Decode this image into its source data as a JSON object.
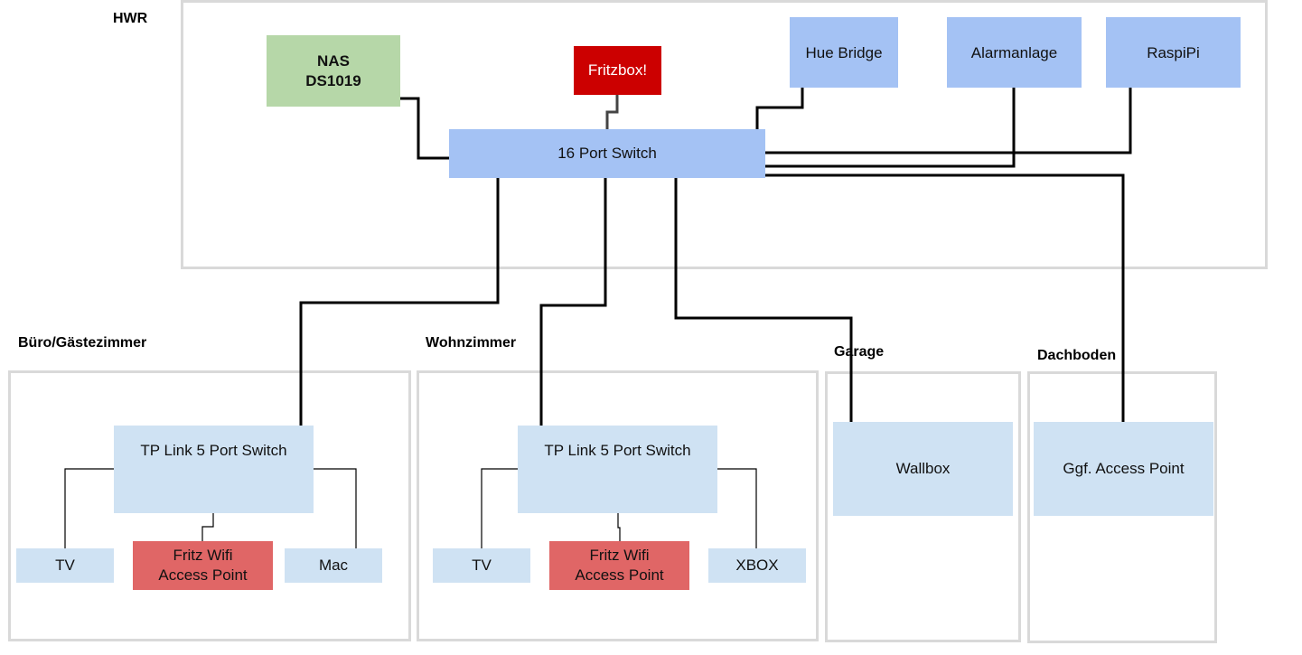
{
  "diagram": {
    "rooms": {
      "hwr": "HWR",
      "buero": "Büro/Gästezimmer",
      "wohnzimmer": "Wohnzimmer",
      "garage": "Garage",
      "dachboden": "Dachboden"
    },
    "devices": {
      "nas": "NAS\nDS1019",
      "fritzbox": "Fritzbox!",
      "hue_bridge": "Hue Bridge",
      "alarmanlage": "Alarmanlage",
      "raspipi": "RaspiPi",
      "main_switch": "16 Port Switch",
      "buero_switch": "TP Link 5 Port Switch",
      "buero_tv": "TV",
      "buero_fritz_ap": "Fritz Wifi\nAccess Point",
      "buero_mac": "Mac",
      "wohn_switch": "TP Link 5 Port Switch",
      "wohn_tv": "TV",
      "wohn_fritz_ap": "Fritz Wifi\nAccess Point",
      "wohn_xbox": "XBOX",
      "wallbox": "Wallbox",
      "ggf_ap": "Ggf. Access Point"
    },
    "colors": {
      "core_device": "#a4c2f4",
      "room_device": "#cfe2f3",
      "storage": "#b6d7a8",
      "router": "#cc0000",
      "access_point": "#e06666",
      "room_border": "#d9d9d9"
    }
  }
}
